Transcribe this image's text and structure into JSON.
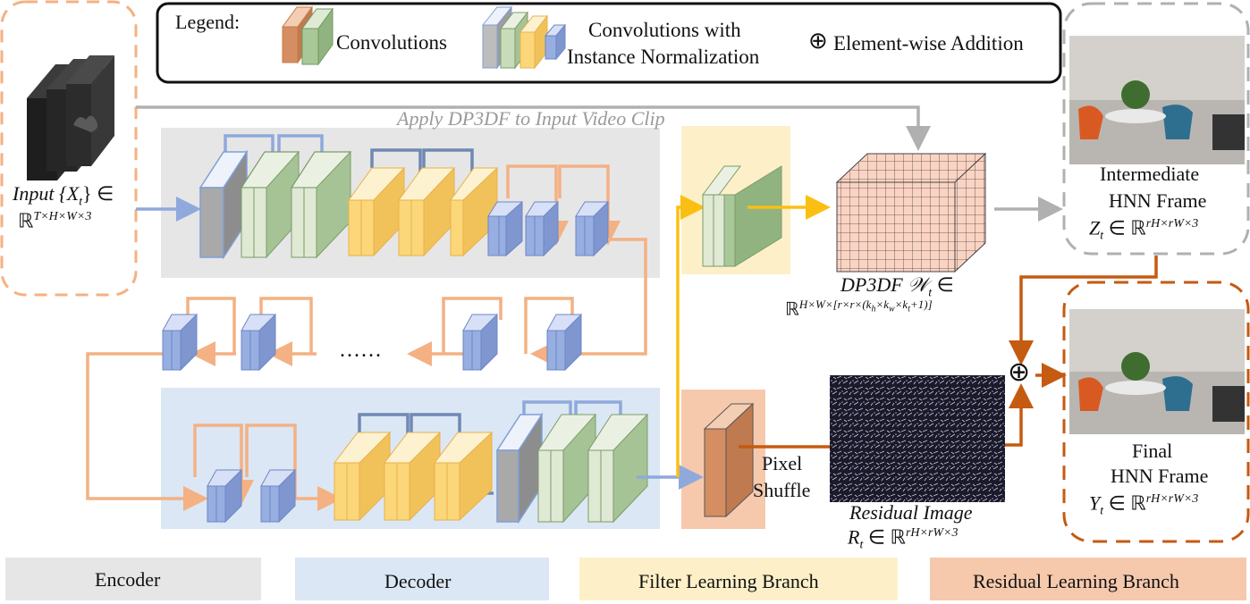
{
  "legend": {
    "title": "Legend:",
    "conv": "Convolutions",
    "conv_in_line1": "Convolutions with",
    "conv_in_line2": "Instance Normalization",
    "add_symbol": "⊕",
    "add": "Element-wise Addition"
  },
  "input": {
    "label": "Input {X",
    "sub": "t",
    "tail": "} ∈",
    "space": "ℝ",
    "sup": "T×H×W×3"
  },
  "apply_text": "Apply DP3DF to Input Video Clip",
  "ellipsis": "......",
  "dp3df": {
    "label": "DP3DF 𝒲",
    "sub": "t",
    "tail": " ∈",
    "space": "ℝ",
    "sup": "H×W×[r×r×(k",
    "sup2": "h",
    "sup3": "×k",
    "sup4": "w",
    "sup5": "×k",
    "sup6": "t",
    "sup7": "+1)]"
  },
  "pixel_shuffle_1": "Pixel",
  "pixel_shuffle_2": "Shuffle",
  "residual": {
    "label": "Residual Image",
    "r": "R",
    "sub": "t",
    "tail": " ∈ ℝ",
    "sup": "rH×rW×3"
  },
  "intermediate": {
    "line1": "Intermediate",
    "line2": "HNN Frame",
    "z": "Z",
    "sub": "t",
    "tail": " ∈ ℝ",
    "sup": "rH×rW×3"
  },
  "final": {
    "line1": "Final",
    "line2": "HNN Frame",
    "y": "Y",
    "sub": "t",
    "tail": " ∈ ℝ",
    "sup": "rH×rW×3"
  },
  "plus_symbol": "⊕",
  "bottom_legend": [
    "Encoder",
    "Decoder",
    "Filter Learning Branch",
    "Residual Learning Branch"
  ],
  "colors": {
    "encoder_bg": "#e6e6e6",
    "decoder_bg": "#dbe7f4",
    "filter_bg": "#fdf0c8",
    "residual_bg": "#f6c9ad",
    "conv_green": "#a9c89a",
    "conv_orange": "#d58d62",
    "conv_in_gray": "#a9a9a9",
    "conv_in_yellow": "#fbd77a",
    "conv_in_blue": "#97aee0",
    "arrow_blue": "#8fa9dc",
    "arrow_darkblue": "#6f89b4",
    "arrow_orange": "#f4b183",
    "arrow_gray": "#b0b0b0",
    "arrow_gold": "#fbbf13",
    "arrow_brown": "#c55a11"
  }
}
